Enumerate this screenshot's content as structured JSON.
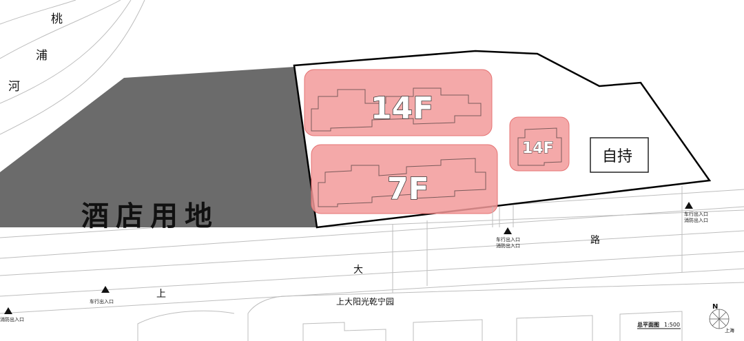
{
  "map": {
    "river_label": [
      "桃",
      "浦",
      "河"
    ],
    "hotel_label": "酒店用地",
    "buildings": [
      {
        "floors": "14F"
      },
      {
        "floors": "7F"
      },
      {
        "floors": "14F"
      }
    ],
    "self_held_label": "自持",
    "road_chars": [
      "路",
      "大",
      "上"
    ],
    "entrances": [
      {
        "lines": [
          "车行出入口",
          "消防出入口"
        ]
      },
      {
        "lines": [
          "车行出入口",
          "消防出入口"
        ]
      },
      {
        "lines": [
          "车行出入口"
        ]
      },
      {
        "lines": [
          "消防出入口"
        ]
      }
    ],
    "community_label": "上大阳光乾宁园",
    "plan_title": "总平面图",
    "plan_scale": "1:500",
    "north_mark": "N",
    "small_note": "上海",
    "colors": {
      "hotel_land": "#6b6b6b",
      "building_highlight": "#f29a9a",
      "site_outline": "#000000",
      "linework": "#bdbdbd"
    }
  }
}
